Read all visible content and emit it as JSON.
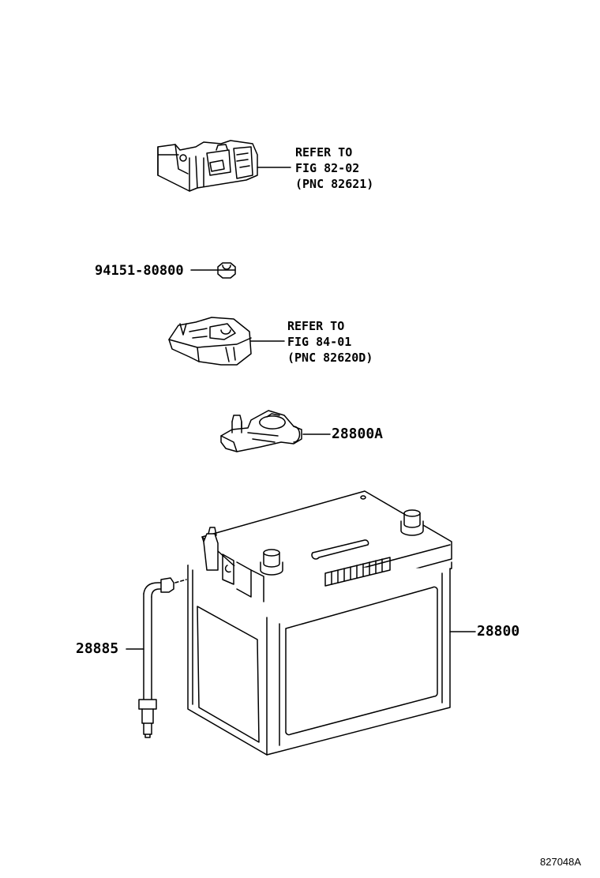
{
  "callouts": {
    "relay_block": {
      "line1": "REFER TO",
      "line2": "FIG 82-02",
      "line3": "(PNC 82621)"
    },
    "terminal_cover": {
      "line1": "REFER TO",
      "line2": "FIG 84-01",
      "line3": "(PNC 82620D)"
    }
  },
  "parts": {
    "nut": "94151-80800",
    "clamp": "28800A",
    "battery": "28800",
    "vent_hose": "28885"
  },
  "figure_id": "827048A"
}
